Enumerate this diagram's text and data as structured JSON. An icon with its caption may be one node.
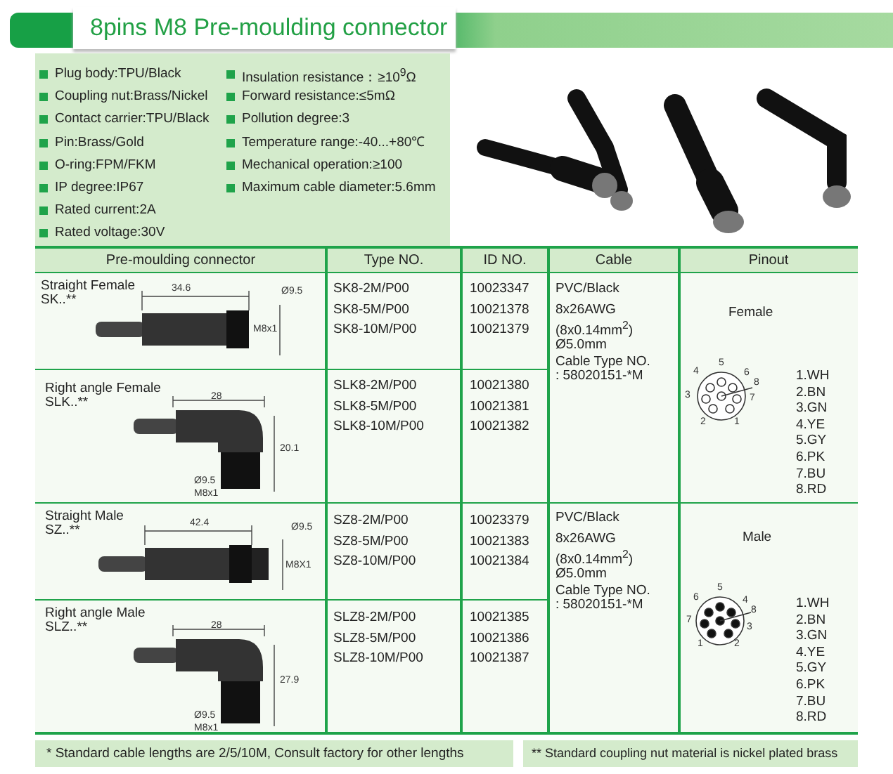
{
  "diagram": {
    "title": "8pins M8 Pre-moulding connector",
    "labels": [
      "Plug body:TPU/Black",
      "Coupling nut:Brass/Nickel",
      "Contact carrier:TPU/Black",
      "Pin:Brass/Gold",
      "O-ring:FPM/FKM",
      "IP degree:IP67",
      "Rated current:2A",
      "Rated voltage:30V",
      "Insulation resistance：≥10$^{9}$Ω",
      "Forward resistance:≤5mΩ",
      "Pollution degree:3",
      "Temperature range:-40...+80℃",
      "Mechanical operation:≥100",
      "Maximum cable diameter:5.6mm",
      "Pre-moulding connector",
      "Type NO.",
      "ID NO.",
      "Cable",
      "Pinout",
      "Straight Female SK..**",
      "34.6",
      "Ø9.5",
      "M8x1",
      "SK8-2M/P00",
      "SK8-5M/P00",
      "SK8-10M/P00",
      "10023347",
      "10021378",
      "10021379",
      "PVC/Black",
      "8x26AWG",
      "(8x0.14mm$^{2}$)",
      "Ø5.0mm",
      "Cable Type NO. : 58020151-*M",
      "Female",
      "5",
      "4",
      "6",
      "8",
      "3",
      "7",
      "2",
      "1",
      "1.WH",
      "2.BN",
      "3.GN",
      "4.YE",
      "5.GY",
      "6.PK",
      "7.BU",
      "8.RD",
      "Right angle Female SLK..**",
      "28",
      "20.1",
      "Ø9.5",
      "M8x1",
      "SLK8-2M/P00",
      "SLK8-5M/P00",
      "SLK8-10M/P00",
      "10021380",
      "10021381",
      "10021382",
      "Straight Male SZ..**",
      "42.4",
      "Ø9.5",
      "M8X1",
      "SZ8-2M/P00",
      "SZ8-5M/P00",
      "SZ8-10M/P00",
      "10023379",
      "10021383",
      "10021384",
      "PVC/Black",
      "8x26AWG",
      "(8x0.14mm$^{2}$)",
      "Ø5.0mm",
      "Cable Type NO. : 58020151-*M",
      "Male",
      "5",
      "6",
      "4",
      "8",
      "7",
      "3",
      "1",
      "2",
      "1.WH",
      "2.BN",
      "3.GN",
      "4.YE",
      "5.GY",
      "6.PK",
      "7.BU",
      "8.RD",
      "Right angle Male SLZ..**",
      "28",
      "27.9",
      "Ø9.5",
      "M8x1",
      "SLZ8-2M/P00",
      "SLZ8-5M/P00",
      "SLZ8-10M/P00",
      "10021385",
      "10021386",
      "10021387",
      "*   Standard cable lengths are 2/5/10M, Consult factory for other lengths",
      "** Standard coupling nut material is nickel plated brass"
    ]
  }
}
